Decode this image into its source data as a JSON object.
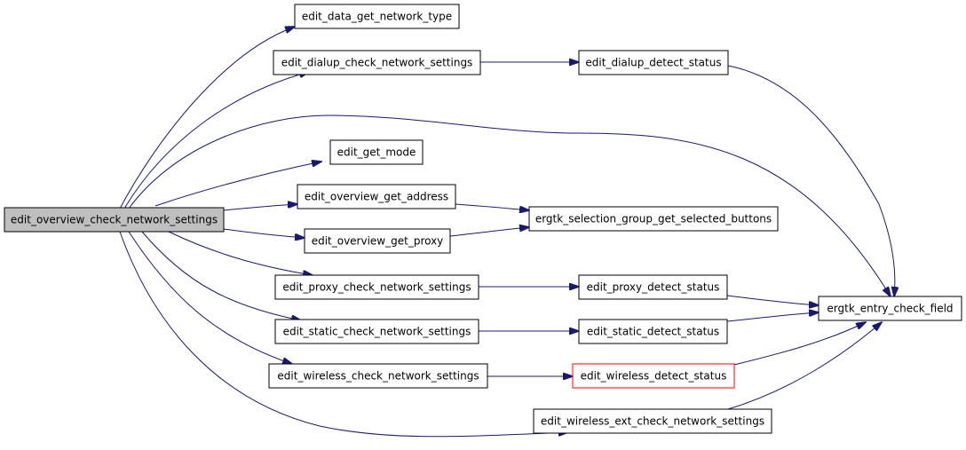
{
  "graph": {
    "edge_color": "#191970",
    "root_fill": "#bfbfbf",
    "highlight_stroke": "#ff0000",
    "nodes": {
      "root": "edit_overview_check_network_settings",
      "data_get_network_type": "edit_data_get_network_type",
      "dialup_check": "edit_dialup_check_network_settings",
      "dialup_detect": "edit_dialup_detect_status",
      "get_mode": "edit_get_mode",
      "overview_get_address": "edit_overview_get_address",
      "overview_get_proxy": "edit_overview_get_proxy",
      "selection_group": "ergtk_selection_group_get_selected_buttons",
      "proxy_check": "edit_proxy_check_network_settings",
      "proxy_detect": "edit_proxy_detect_status",
      "static_check": "edit_static_check_network_settings",
      "static_detect": "edit_static_detect_status",
      "wireless_check": "edit_wireless_check_network_settings",
      "wireless_detect": "edit_wireless_detect_status",
      "wireless_ext_check": "edit_wireless_ext_check_network_settings",
      "entry_check_field": "ergtk_entry_check_field"
    }
  }
}
